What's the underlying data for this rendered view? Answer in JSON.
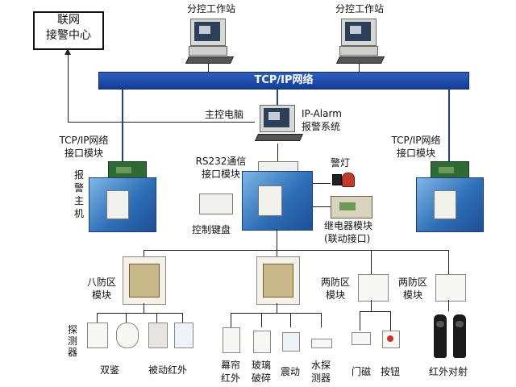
{
  "center": {
    "line1": "联网",
    "line2": "接警中心"
  },
  "workstation_left": "分控工作站",
  "workstation_right": "分控工作站",
  "bus_label": "TCP/IP网络",
  "main_pc": "主控电脑",
  "ip_alarm": {
    "line1": "IP-Alarm",
    "line2": "报警系统"
  },
  "tcp_module_left": {
    "line1": "TCP/IP网络",
    "line2": "接口模块"
  },
  "tcp_module_right": {
    "line1": "TCP/IP网络",
    "line2": "接口模块"
  },
  "host_label": [
    "报",
    "警",
    "主",
    "机"
  ],
  "rs232": {
    "line1": "RS232通信",
    "line2": "接口模块"
  },
  "warning_light": "警灯",
  "keyboard": "控制键盘",
  "relay": {
    "line1": "继电器模块",
    "line2": "(联动接口)"
  },
  "eight_zone": {
    "line1": "八防区",
    "line2": "模块"
  },
  "two_zone_a": {
    "line1": "两防区",
    "line2": "模块"
  },
  "two_zone_b": {
    "line1": "两防区",
    "line2": "模块"
  },
  "detector_label": [
    "探",
    "测",
    "器"
  ],
  "bottom": {
    "dual": "双鉴",
    "pir": "被动红外",
    "curtain": {
      "line1": "幕帘",
      "line2": "红外"
    },
    "glass": {
      "line1": "玻璃",
      "line2": "破碎"
    },
    "vibration": "震动",
    "water": {
      "line1": "水探",
      "line2": "测器"
    },
    "door": "门磁",
    "button": "按钮",
    "beam": "红外对射"
  }
}
